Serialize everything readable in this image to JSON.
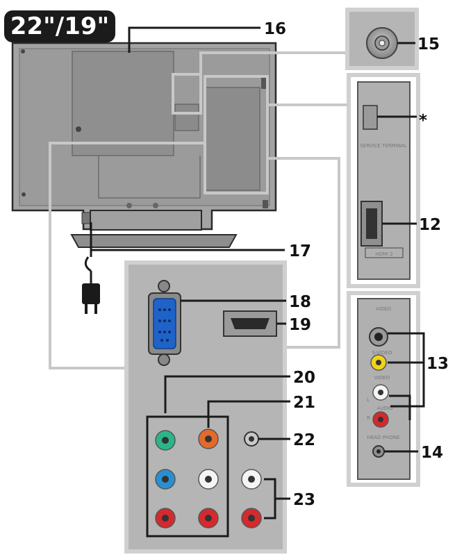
{
  "title": "22\"/19\"",
  "callouts": {
    "c12": "12",
    "c13": "13",
    "c14": "14",
    "c15": "15",
    "c16": "16",
    "c17": "17",
    "c18": "18",
    "c19": "19",
    "c20": "20",
    "c21": "21",
    "c22": "22",
    "c23": "23",
    "star": "*"
  },
  "side_labels": {
    "service_terminal": "SERVICE TERMINAL",
    "hdmi2": "HDMI 2",
    "video": "VIDEO",
    "svideo": "S-VIDEO",
    "video_jack": "VIDEO",
    "audio": "AUDIO",
    "audio_l": "L",
    "audio_r": "R",
    "headphone": "HEAD PHONE"
  },
  "colors": {
    "panel": "#b5b5b5",
    "panel_border": "#cfcfcf",
    "tv_body": "#9a9a9a",
    "vga_blue": "#1f63c9",
    "yellow": "#f0d21c",
    "red": "#d42a2e",
    "green": "#2bb58a",
    "blue": "#2a8fd0",
    "orange": "#e36a2a",
    "white": "#f4f4f4"
  }
}
